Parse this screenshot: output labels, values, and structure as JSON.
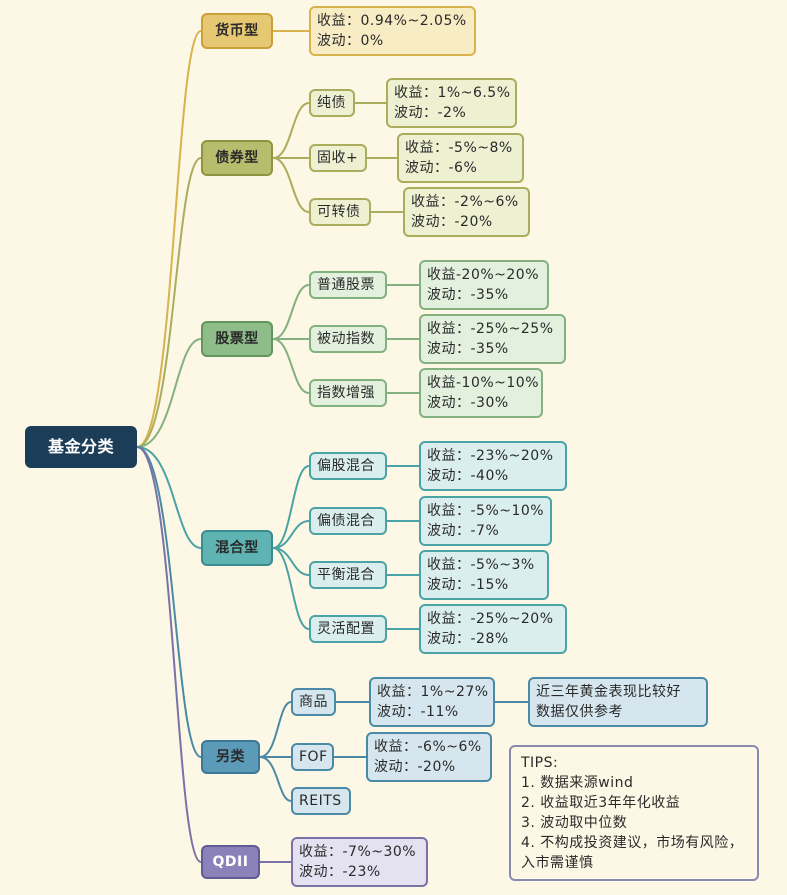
{
  "root": {
    "label": "基金分类"
  },
  "categories": {
    "money": {
      "label": "货币型",
      "leaf": {
        "ret": "收益：0.94%~2.05%",
        "vol": "波动：0%"
      }
    },
    "bond": {
      "label": "债券型",
      "subs": [
        {
          "label": "纯债",
          "ret": "收益：1%~6.5%",
          "vol": "波动：-2%"
        },
        {
          "label": "固收+",
          "ret": "收益：-5%~8%",
          "vol": "波动：-6%"
        },
        {
          "label": "可转债",
          "ret": "收益：-2%~6%",
          "vol": "波动：-20%"
        }
      ]
    },
    "stock": {
      "label": "股票型",
      "subs": [
        {
          "label": "普通股票",
          "ret": "收益-20%~20%",
          "vol": "波动：-35%"
        },
        {
          "label": "被动指数",
          "ret": "收益：-25%~25%",
          "vol": "波动：-35%"
        },
        {
          "label": "指数增强",
          "ret": "收益-10%~10%",
          "vol": "波动：-30%"
        }
      ]
    },
    "mixed": {
      "label": "混合型",
      "subs": [
        {
          "label": "偏股混合",
          "ret": "收益：-23%~20%",
          "vol": "波动：-40%"
        },
        {
          "label": "偏债混合",
          "ret": "收益：-5%~10%",
          "vol": "波动：-7%"
        },
        {
          "label": "平衡混合",
          "ret": "收益：-5%~3%",
          "vol": "波动：-15%"
        },
        {
          "label": "灵活配置",
          "ret": "收益：-25%~20%",
          "vol": "波动：-28%"
        }
      ]
    },
    "other": {
      "label": "另类",
      "subs": [
        {
          "label": "商品",
          "ret": "收益：1%~27%",
          "vol": "波动：-11%",
          "note": [
            "近三年黄金表现比较好",
            "数据仅供参考"
          ]
        },
        {
          "label": "FOF",
          "ret": "收益：-6%~6%",
          "vol": "波动：-20%"
        },
        {
          "label": "REITS"
        }
      ]
    },
    "qdii": {
      "label": "QDII",
      "leaf": {
        "ret": "收益：-7%~30%",
        "vol": "波动：-23%"
      }
    }
  },
  "tips": {
    "title": "TIPS:",
    "items": [
      "1. 数据来源wind",
      "2. 收益取近3年年化收益",
      "3. 波动取中位数",
      "4. 不构成投资建议，市场有风险，入市需谨慎"
    ]
  },
  "colors": {
    "root": "#1c3d57",
    "money": "#d8b24c",
    "bond": "#a9ad5c",
    "stock": "#83b17f",
    "mixed": "#4aa3a5",
    "other": "#4a8aa6",
    "qdii": "#7a72a8"
  }
}
